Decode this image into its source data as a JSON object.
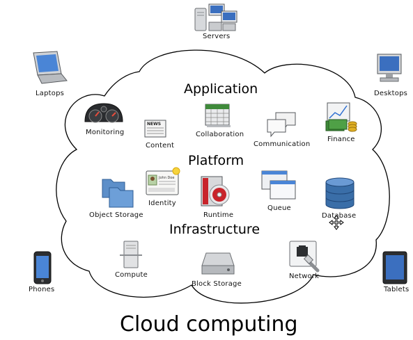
{
  "title": "Cloud computing",
  "sections": {
    "application": "Application",
    "platform": "Platform",
    "infrastructure": "Infrastructure"
  },
  "devices": {
    "servers": "Servers",
    "laptops": "Laptops",
    "desktops": "Desktops",
    "phones": "Phones",
    "tablets": "Tablets"
  },
  "application_items": {
    "monitoring": "Monitoring",
    "content": "Content",
    "collaboration": "Collaboration",
    "communication": "Communication",
    "finance": "Finance"
  },
  "platform_items": {
    "object_storage": "Object Storage",
    "identity": "Identity",
    "runtime": "Runtime",
    "queue": "Queue",
    "database": "Database"
  },
  "infrastructure_items": {
    "compute": "Compute",
    "block_storage": "Block Storage",
    "network": "Network"
  },
  "icon_texts": {
    "newspaper_masthead": "NEWS",
    "id_card_name": "John Doe"
  },
  "colors": {
    "cloud_outline": "#000000",
    "folder_blue": "#5d8fc9",
    "database_blue": "#3a6ea8",
    "runtime_red": "#c8242b",
    "money_green": "#3f8a3a",
    "gold": "#e0b024"
  }
}
